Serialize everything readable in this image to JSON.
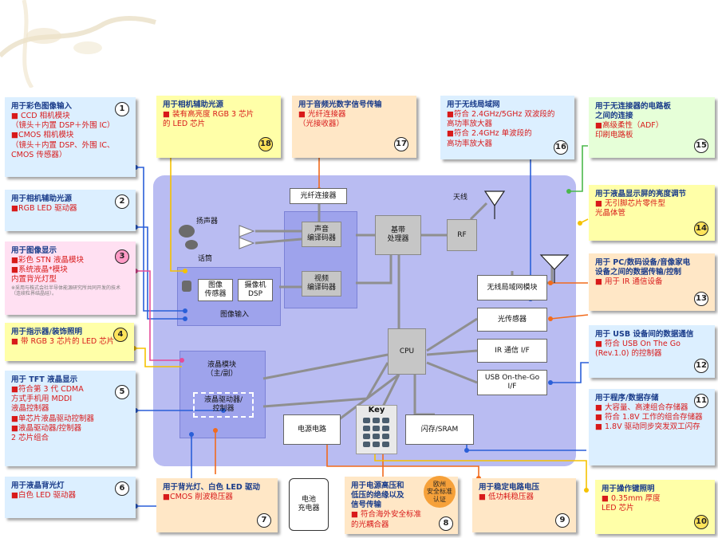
{
  "diagram": {
    "callouts": [
      {
        "num": "1",
        "title": "用于彩色图像输入",
        "body": "■ CCD 相机模块\n（镜头＋内置 DSP＋外围 IC）\n■CMOS 相机模块\n（镜头＋内置 DSP、外围 IC、\nCMOS 传感器）"
      },
      {
        "num": "2",
        "title": "用于相机辅助光源",
        "body": "■RGB LED 驱动器"
      },
      {
        "num": "3",
        "title": "用于图像显示",
        "body": "■彩色 STN 液晶模块\n■系统液晶*模块\n内置背光灯型",
        "note": "※采用与株式会社半导体能源研究所共同开发的技术（连续粒界结晶硅）。"
      },
      {
        "num": "4",
        "title": "用于指示器/装饰照明",
        "body": "■ 带 RGB 3 芯片的 LED 芯片"
      },
      {
        "num": "5",
        "title": "用于 TFT 液晶显示",
        "body": "■符合第 3 代 CDMA\n方式手机用 MDDI\n液晶控制器\n■单芯片液晶驱动控制器\n■液晶驱动器/控制器\n2 芯片组合"
      },
      {
        "num": "6",
        "title": "用于液晶背光灯",
        "body": "■白色 LED 驱动器"
      },
      {
        "num": "7",
        "title": "用于背光灯、白色 LED 驱动",
        "body": "■CMOS 削波稳压器"
      },
      {
        "num": "8",
        "title": "用于电源高压和\n低压的绝缘以及\n信号传输",
        "body": "■ 符合海外安全标准\n的光耦合器"
      },
      {
        "num": "9",
        "title": "用于稳定电路电压",
        "body": "■ 低功耗稳压器"
      },
      {
        "num": "10",
        "title": "用于操作键照明",
        "body": "■ 0.35mm 厚度\nLED 芯片"
      },
      {
        "num": "11",
        "title": "用于程序/数据存储",
        "body": "■ 大容量、高速组合存储器\n■ 符合 1.8V 工作的组合存储器\n■ 1.8V 驱动同步突发双工闪存"
      },
      {
        "num": "12",
        "title": "用于 USB 设备间的数据通信",
        "body": "■ 符合 USB On The Go\n(Rev.1.0) 的控制器"
      },
      {
        "num": "13",
        "title": "用于 PC/数码设备/音像家电\n设备之间的数据传输/控制",
        "body": "■ 用于 IR 通信设备"
      },
      {
        "num": "14",
        "title": "用于液晶显示屏的亮度调节",
        "body": "■ 无引脚芯片零件型\n光晶体管"
      },
      {
        "num": "15",
        "title": "用于无连接器的电路板\n之间的连接",
        "body": "■高级柔性（ADF）\n印刷电路板"
      },
      {
        "num": "16",
        "title": "用于无线局域网",
        "body": "■符合 2.4GHz/5GHz 双波段的\n高功率放大器\n■符合 2.4GHz 单波段的\n高功率放大器"
      },
      {
        "num": "17",
        "title": "用于音频光数字信号传输",
        "body": "■ 光纤连接器\n（光接收器）"
      },
      {
        "num": "18",
        "title": "用于相机辅助光源",
        "body": "■ 装有高亮度 RGB 3 芯片\n的 LED 芯片"
      }
    ],
    "blocks": {
      "fiber": "光纤连接器",
      "audio_codec": "声音\n编译码器",
      "video_codec": "视频\n编译码器",
      "baseband": "基带\n处理器",
      "rf": "RF",
      "antenna1": "天线",
      "image_sensor": "图像\n传感器",
      "camera_dsp": "摄像机\nDSP",
      "image_input": "图像输入",
      "speaker": "扬声器",
      "mic": "话筒",
      "lcd_module": "液晶模块\n（主/副）",
      "lcd_driver": "液晶驱动器/\n控制器",
      "wlan": "无线局域网模块",
      "light_sensor": "光传感器",
      "ir": "IR 通信 I/F",
      "usb": "USB On-the-Go\nI/F",
      "cpu": "CPU",
      "key": "Key",
      "flash": "闪存/SRAM",
      "power": "电源电路",
      "battery": "电池\n充电器",
      "seal": "欧州\n安全标准\n认证"
    }
  }
}
